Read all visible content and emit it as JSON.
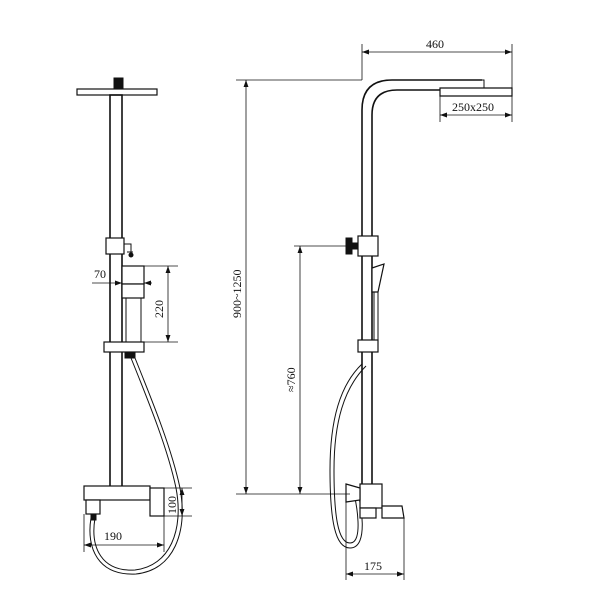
{
  "side_view": {
    "dimensions": {
      "mixer_offset": "70",
      "mixer_height": "220",
      "spout_height": "100",
      "spout_reach": "190"
    }
  },
  "front_view": {
    "dimensions": {
      "arm_length": "460",
      "head_size": "250x250",
      "column_height": "900~1250",
      "slide_height": "≈760",
      "spout_projection": "175"
    }
  }
}
